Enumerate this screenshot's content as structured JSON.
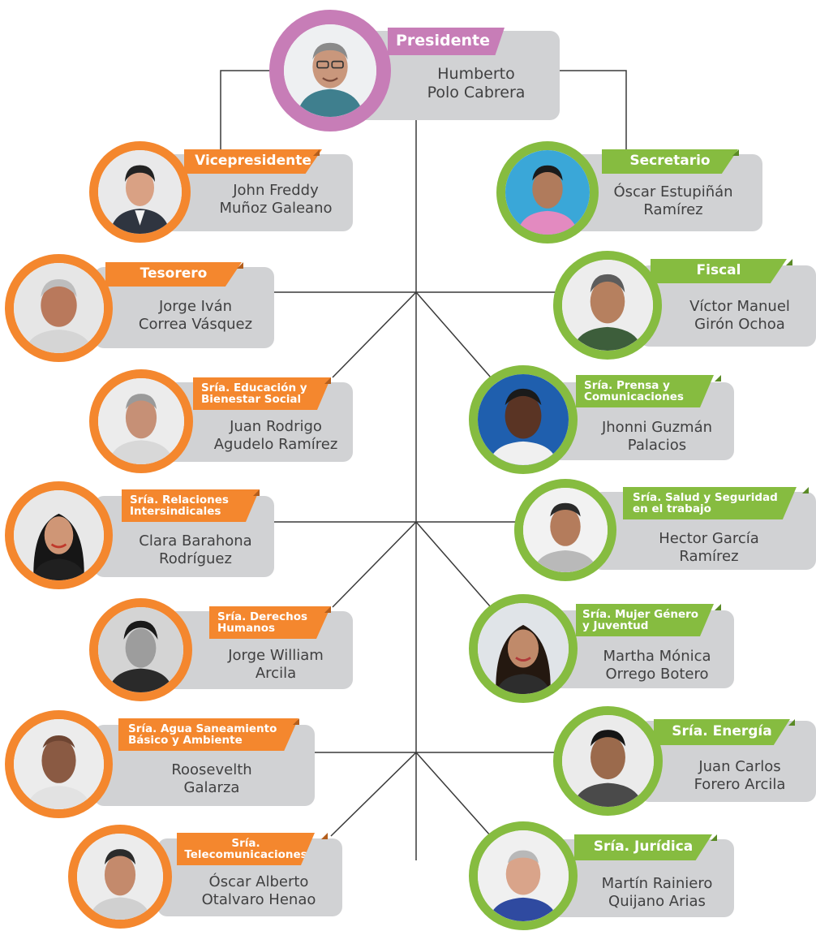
{
  "president": {
    "role": "Presidente",
    "name_line1": "Humberto",
    "name_line2": "Polo Cabrera"
  },
  "left_column": [
    {
      "role": "Vicepresidente",
      "name_line1": "John Freddy",
      "name_line2": "Muñoz Galeano"
    },
    {
      "role": "Tesorero",
      "name_line1": "Jorge Iván",
      "name_line2": "Correa Vásquez"
    },
    {
      "role_line1": "Sría. Educación y",
      "role_line2": "Bienestar Social",
      "name_line1": "Juan Rodrigo",
      "name_line2": "Agudelo Ramírez"
    },
    {
      "role_line1": "Sría. Relaciones",
      "role_line2": "Intersindicales",
      "name_line1": "Clara Barahona",
      "name_line2": "Rodríguez"
    },
    {
      "role_line1": "Sría. Derechos",
      "role_line2": "Humanos",
      "name_line1": "Jorge William",
      "name_line2": "Arcila"
    },
    {
      "role_line1": "Sría. Agua Saneamiento",
      "role_line2": "Básico y Ambiente",
      "name_line1": "Roosevelth",
      "name_line2": "Galarza"
    },
    {
      "role_line1": "Sría.",
      "role_line2": "Telecomunicaciones",
      "name_line1": "Óscar Alberto",
      "name_line2": "Otalvaro Henao"
    }
  ],
  "right_column": [
    {
      "role": "Secretario",
      "name_line1": "Óscar Estupiñán",
      "name_line2": "Ramírez"
    },
    {
      "role": "Fiscal",
      "name_line1": "Víctor Manuel",
      "name_line2": "Girón Ochoa"
    },
    {
      "role_line1": "Sría. Prensa y",
      "role_line2": "Comunicaciones",
      "name_line1": "Jhonni Guzmán",
      "name_line2": "Palacios"
    },
    {
      "role_line1": "Sría. Salud y Seguridad",
      "role_line2": "en el trabajo",
      "name_line1": "Hector García",
      "name_line2": "Ramírez"
    },
    {
      "role_line1": "Sría. Mujer Género",
      "role_line2": "y Juventud",
      "name_line1": "Martha Mónica",
      "name_line2": "Orrego Botero"
    },
    {
      "role": "Sría. Energía",
      "name_line1": "Juan Carlos",
      "name_line2": "Forero Arcila"
    },
    {
      "role": "Sría. Jurídica",
      "name_line1": "Martín Rainiero",
      "name_line2": "Quijano Arias"
    }
  ],
  "colors": {
    "president": "#c77db7",
    "left": "#f4872e",
    "right": "#86bc40",
    "card": "#d1d2d4",
    "line": "#3a3a3a"
  }
}
